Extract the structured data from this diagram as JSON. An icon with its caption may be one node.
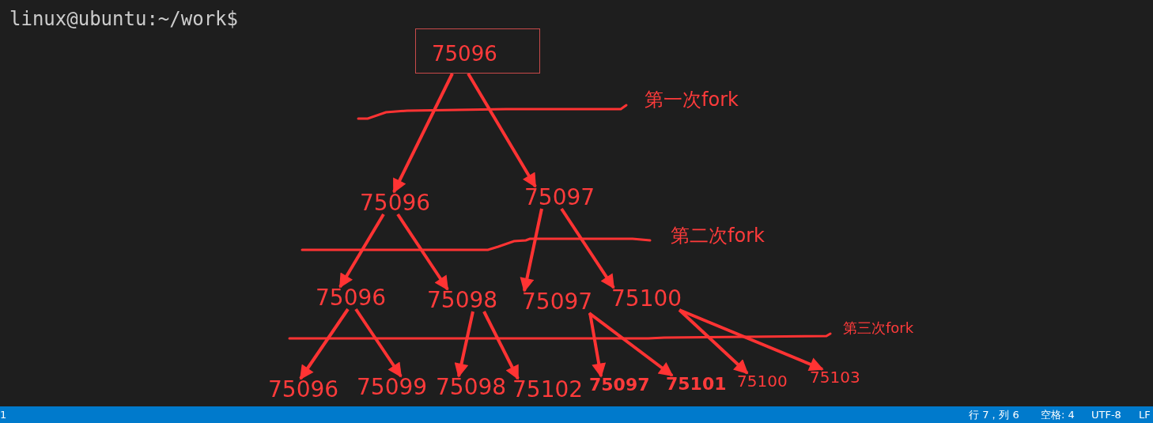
{
  "diagram": {
    "nodes": [
      {
        "text": [
          "75096"
        ]
      },
      {
        "text": [
          "75096"
        ]
      },
      {
        "text": [
          "75097"
        ]
      },
      {
        "text": [
          "75096"
        ]
      },
      {
        "text": [
          "75098"
        ]
      },
      {
        "text": [
          "75097"
        ]
      },
      {
        "text": [
          "75100"
        ]
      },
      {
        "text": [
          "75096"
        ]
      },
      {
        "text": [
          "75099"
        ]
      },
      {
        "text": [
          "75098"
        ]
      },
      {
        "text": [
          "75102"
        ]
      },
      {
        "text": [
          "75097"
        ]
      },
      {
        "text": [
          "75101"
        ]
      },
      {
        "text": [
          "75100"
        ]
      },
      {
        "text": [
          "75103"
        ]
      }
    ],
    "edges": [
      {
        "from": 0,
        "to": 1,
        "arrow": "to"
      },
      {
        "from": 0,
        "to": 2,
        "arrow": "to"
      },
      {
        "from": 1,
        "to": 3,
        "arrow": "to"
      },
      {
        "from": 1,
        "to": 4,
        "arrow": "to"
      },
      {
        "from": 2,
        "to": 5,
        "arrow": "to"
      },
      {
        "from": 2,
        "to": 6,
        "arrow": "to"
      },
      {
        "from": 3,
        "to": 7,
        "arrow": "to"
      },
      {
        "from": 3,
        "to": 8,
        "arrow": "to"
      },
      {
        "from": 4,
        "to": 9,
        "arrow": "to"
      },
      {
        "from": 4,
        "to": 10,
        "arrow": "to"
      },
      {
        "from": 5,
        "to": 11,
        "arrow": "to"
      },
      {
        "from": 5,
        "to": 12,
        "arrow": "to"
      },
      {
        "from": 6,
        "to": 13,
        "arrow": "to"
      },
      {
        "from": 6,
        "to": 14,
        "arrow": "to"
      }
    ],
    "labels": [
      "linux@ubuntu:~/work$",
      "第一次fork",
      "第二次fork",
      "第三次fork",
      "1",
      "行 7，列 6",
      "空格: 4",
      "UTF-8",
      "LF"
    ]
  }
}
